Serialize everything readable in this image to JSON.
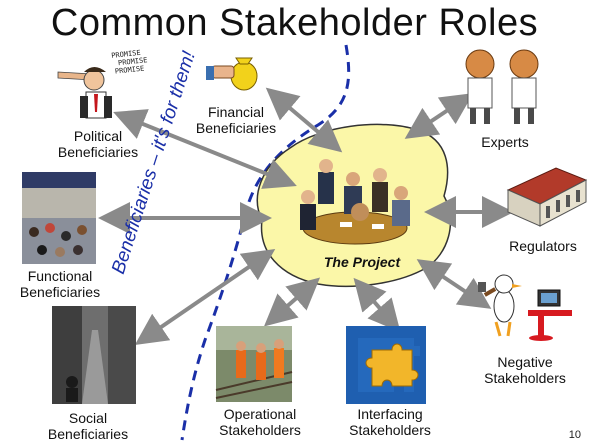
{
  "slide": {
    "title": "Common Stakeholder Roles",
    "page_number": "10",
    "center_label": "The Project",
    "dashed_line_text": "Beneficiaries – it's for them!"
  },
  "stakeholders": {
    "political": [
      "Political",
      "Beneficiaries"
    ],
    "financial": [
      "Financial",
      "Beneficiaries"
    ],
    "functional": [
      "Functional",
      "Beneficiaries"
    ],
    "social": [
      "Social",
      "Beneficiaries"
    ],
    "operational": [
      "Operational",
      "Stakeholders"
    ],
    "interfacing": [
      "Interfacing",
      "Stakeholders"
    ],
    "experts": [
      "Experts"
    ],
    "regulators": [
      "Regulators"
    ],
    "negative": [
      "Negative",
      "Stakeholders"
    ]
  },
  "clipart_text": {
    "promise_lines": [
      "PROMISE",
      "PROMISE",
      "PROMISE"
    ]
  },
  "colors": {
    "arrow": "#8a8a8a",
    "dashed_line": "#1a2fa8",
    "blob_fill": "#fbf7a8",
    "puzzle_blue": "#1f5fb0",
    "puzzle_gold": "#f2b62a"
  }
}
